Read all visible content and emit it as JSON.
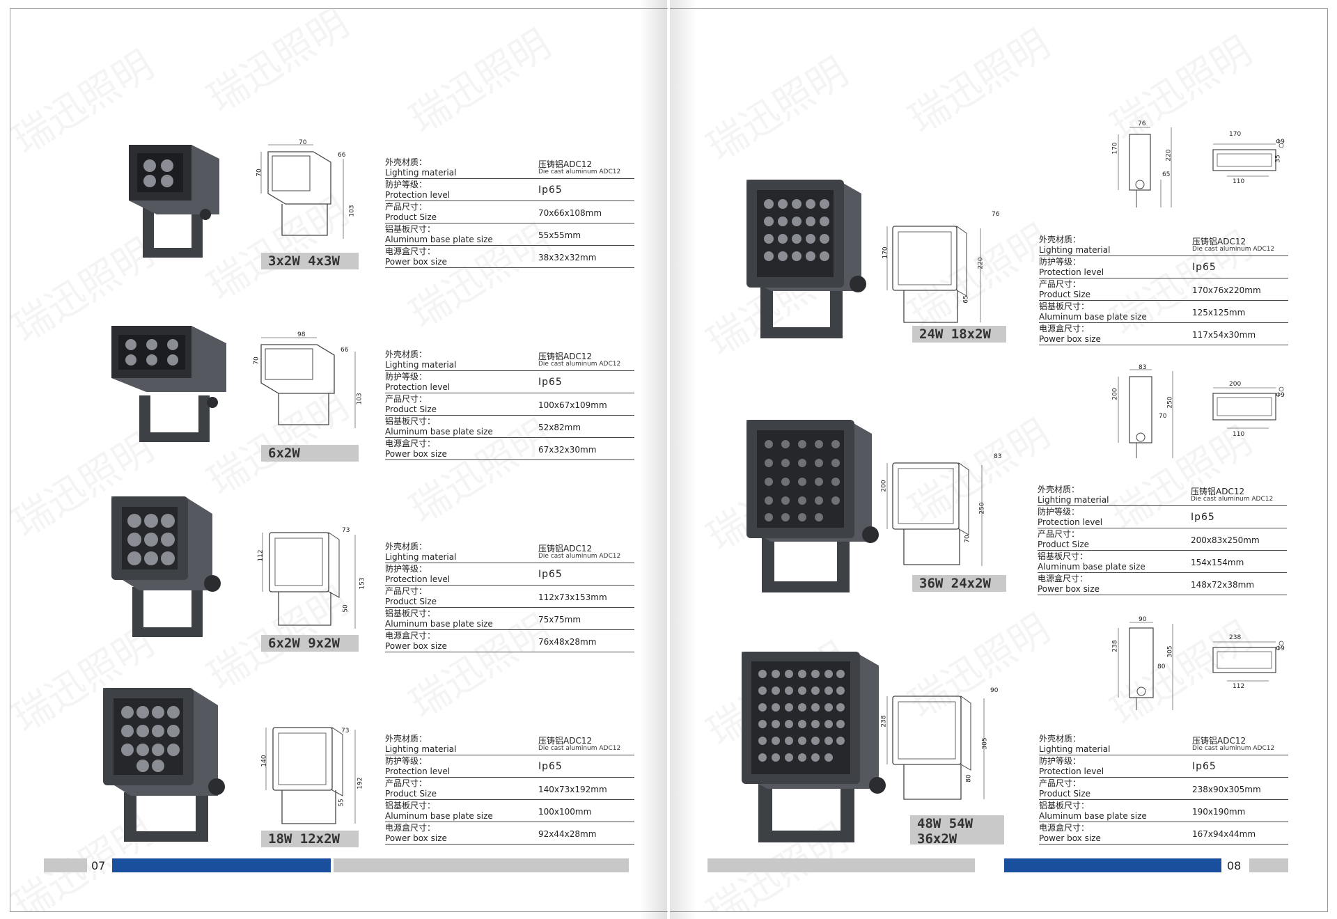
{
  "watermark": "瑞迅照明",
  "left_page": {
    "page_number": "07",
    "products": [
      {
        "label": "3x2W 4x3W",
        "dims": [
          "70",
          "66",
          "70",
          "103"
        ],
        "specs": {
          "material_cn": "外壳材质：",
          "material_en": "Lighting material",
          "material_value_cn": "压铸铝ADC12",
          "material_value_en": "Die cast aluminum ADC12",
          "protection_cn": "防护等级：",
          "protection_en": "Protection level",
          "protection_value": "Ip65",
          "size_cn": "产品尺寸：",
          "size_en": "Product Size",
          "size_value": "70x66x108mm",
          "plate_cn": "铝基板尺寸：",
          "plate_en": "Aluminum base plate size",
          "plate_value": "55x55mm",
          "box_cn": "电源盒尺寸：",
          "box_en": "Power box size",
          "box_value": "38x32x32mm"
        }
      },
      {
        "label": "6x2W",
        "dims": [
          "98",
          "66",
          "70",
          "103"
        ],
        "specs": {
          "material_cn": "外壳材质：",
          "material_en": "Lighting material",
          "material_value_cn": "压铸铝ADC12",
          "material_value_en": "Die cast aluminum ADC12",
          "protection_cn": "防护等级：",
          "protection_en": "Protection level",
          "protection_value": "Ip65",
          "size_cn": "产品尺寸：",
          "size_en": "Product Size",
          "size_value": "100x67x109mm",
          "plate_cn": "铝基板尺寸：",
          "plate_en": "Aluminum base plate size",
          "plate_value": "52x82mm",
          "box_cn": "电源盒尺寸：",
          "box_en": "Power box size",
          "box_value": "67x32x30mm"
        }
      },
      {
        "label": "6x2W 9x2W",
        "dims": [
          "73",
          "112",
          "153",
          "50"
        ],
        "specs": {
          "material_cn": "外壳材质：",
          "material_en": "Lighting material",
          "material_value_cn": "压铸铝ADC12",
          "material_value_en": "Die cast aluminum ADC12",
          "protection_cn": "防护等级：",
          "protection_en": "Protection level",
          "protection_value": "Ip65",
          "size_cn": "产品尺寸：",
          "size_en": "Product Size",
          "size_value": "112x73x153mm",
          "plate_cn": "铝基板尺寸：",
          "plate_en": "Aluminum base plate size",
          "plate_value": "75x75mm",
          "box_cn": "电源盒尺寸：",
          "box_en": "Power box size",
          "box_value": "76x48x28mm"
        }
      },
      {
        "label": "18W  12x2W",
        "dims": [
          "73",
          "140",
          "192",
          "55"
        ],
        "specs": {
          "material_cn": "外壳材质：",
          "material_en": "Lighting material",
          "material_value_cn": "压铸铝ADC12",
          "material_value_en": "Die cast aluminum ADC12",
          "protection_cn": "防护等级：",
          "protection_en": "Protection level",
          "protection_value": "Ip65",
          "size_cn": "产品尺寸：",
          "size_en": "Product Size",
          "size_value": "140x73x192mm",
          "plate_cn": "铝基板尺寸：",
          "plate_en": "Aluminum base plate size",
          "plate_value": "100x100mm",
          "box_cn": "电源盒尺寸：",
          "box_en": "Power box size",
          "box_value": "92x44x28mm"
        }
      }
    ]
  },
  "right_page": {
    "page_number": "08",
    "products": [
      {
        "label_line1": "24W  18x2W",
        "label_line2": "",
        "dims": [
          "76",
          "170",
          "220",
          "65"
        ],
        "side_dims": [
          "76",
          "170",
          "220",
          "65"
        ],
        "box_dims": [
          "170",
          "110",
          "Φ9",
          "35"
        ],
        "specs": {
          "material_cn": "外壳材质：",
          "material_en": "Lighting material",
          "material_value_cn": "压铸铝ADC12",
          "material_value_en": "Die cast aluminum ADC12",
          "protection_cn": "防护等级：",
          "protection_en": "Protection level",
          "protection_value": "Ip65",
          "size_cn": "产品尺寸：",
          "size_en": "Product Size",
          "size_value": "170x76x220mm",
          "plate_cn": "铝基板尺寸：",
          "plate_en": "Aluminum base plate size",
          "plate_value": "125x125mm",
          "box_cn": "电源盒尺寸：",
          "box_en": "Power box size",
          "box_value": "117x54x30mm"
        }
      },
      {
        "label_line1": "36W 24x2W",
        "label_line2": "",
        "dims": [
          "83",
          "200",
          "250",
          "70"
        ],
        "side_dims": [
          "83",
          "200",
          "250",
          "70"
        ],
        "box_dims": [
          "200",
          "110",
          "Φ9",
          ""
        ],
        "specs": {
          "material_cn": "外壳材质：",
          "material_en": "Lighting material",
          "material_value_cn": "压铸铝ADC12",
          "material_value_en": "Die cast aluminum ADC12",
          "protection_cn": "防护等级：",
          "protection_en": "Protection level",
          "protection_value": "Ip65",
          "size_cn": "产品尺寸：",
          "size_en": "Product Size",
          "size_value": "200x83x250mm",
          "plate_cn": "铝基板尺寸：",
          "plate_en": "Aluminum base plate size",
          "plate_value": "154x154mm",
          "box_cn": "电源盒尺寸：",
          "box_en": "Power box size",
          "box_value": "148x72x38mm"
        }
      },
      {
        "label_line1": "48W 54W",
        "label_line2": "36x2W",
        "dims": [
          "90",
          "238",
          "305",
          "80"
        ],
        "side_dims": [
          "90",
          "238",
          "305",
          "80"
        ],
        "box_dims": [
          "238",
          "112",
          "Φ9",
          ""
        ],
        "specs": {
          "material_cn": "外壳材质：",
          "material_en": "Lighting material",
          "material_value_cn": "压铸铝ADC12",
          "material_value_en": "Die cast aluminum ADC12",
          "protection_cn": "防护等级：",
          "protection_en": "Protection level",
          "protection_value": "Ip65",
          "size_cn": "产品尺寸：",
          "size_en": "Product Size",
          "size_value": "238x90x305mm",
          "plate_cn": "铝基板尺寸：",
          "plate_en": "Aluminum base plate size",
          "plate_value": "190x190mm",
          "box_cn": "电源盒尺寸：",
          "box_en": "Power box size",
          "box_value": "167x94x44mm"
        }
      }
    ]
  },
  "colors": {
    "housing": "#4a4d52",
    "housing_dark": "#2f3135",
    "bar_blue": "#1a4f9e",
    "bar_gray": "#c8c8c8",
    "tag_gray": "#c9c9c9"
  }
}
